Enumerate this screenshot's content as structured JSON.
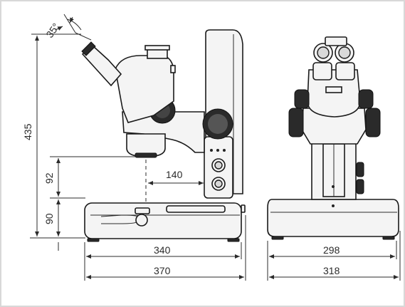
{
  "dimensions": {
    "angle": "35°",
    "total_height": "435",
    "working_height": "92",
    "base_height": "90",
    "reach": "140",
    "base_width": "340",
    "total_width": "370",
    "base_depth": "298",
    "total_depth": "318"
  },
  "colors": {
    "line": "#2b2b2b",
    "body": "#f4f4f4",
    "knob": "#2a2a2a"
  }
}
